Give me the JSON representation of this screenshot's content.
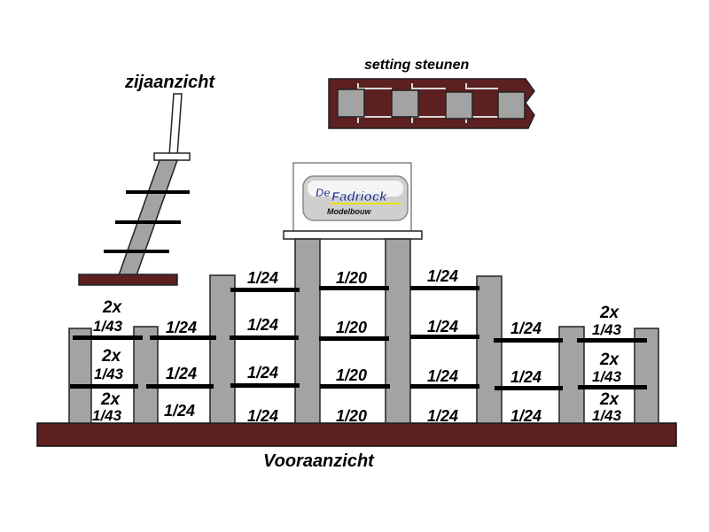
{
  "labels": {
    "side_view": "zijaanzicht",
    "setting_supports": "setting steunen",
    "front_view": "Vooraanzicht"
  },
  "logo": {
    "word1": "De",
    "word2": "Fadriock",
    "word3": "Modelbouw"
  },
  "shelves": {
    "left_outer": {
      "count": "2x",
      "scale": "1/43"
    },
    "left_inner": "1/24",
    "left_mid": "1/24",
    "center": "1/20",
    "right_mid": "1/24",
    "right_inner": "1/24",
    "right_outer": {
      "count": "2x",
      "scale": "1/43"
    }
  },
  "colors": {
    "base": "#5c2020",
    "post": "#a3a3a3",
    "shelf": "#000000",
    "outline": "#222222"
  }
}
